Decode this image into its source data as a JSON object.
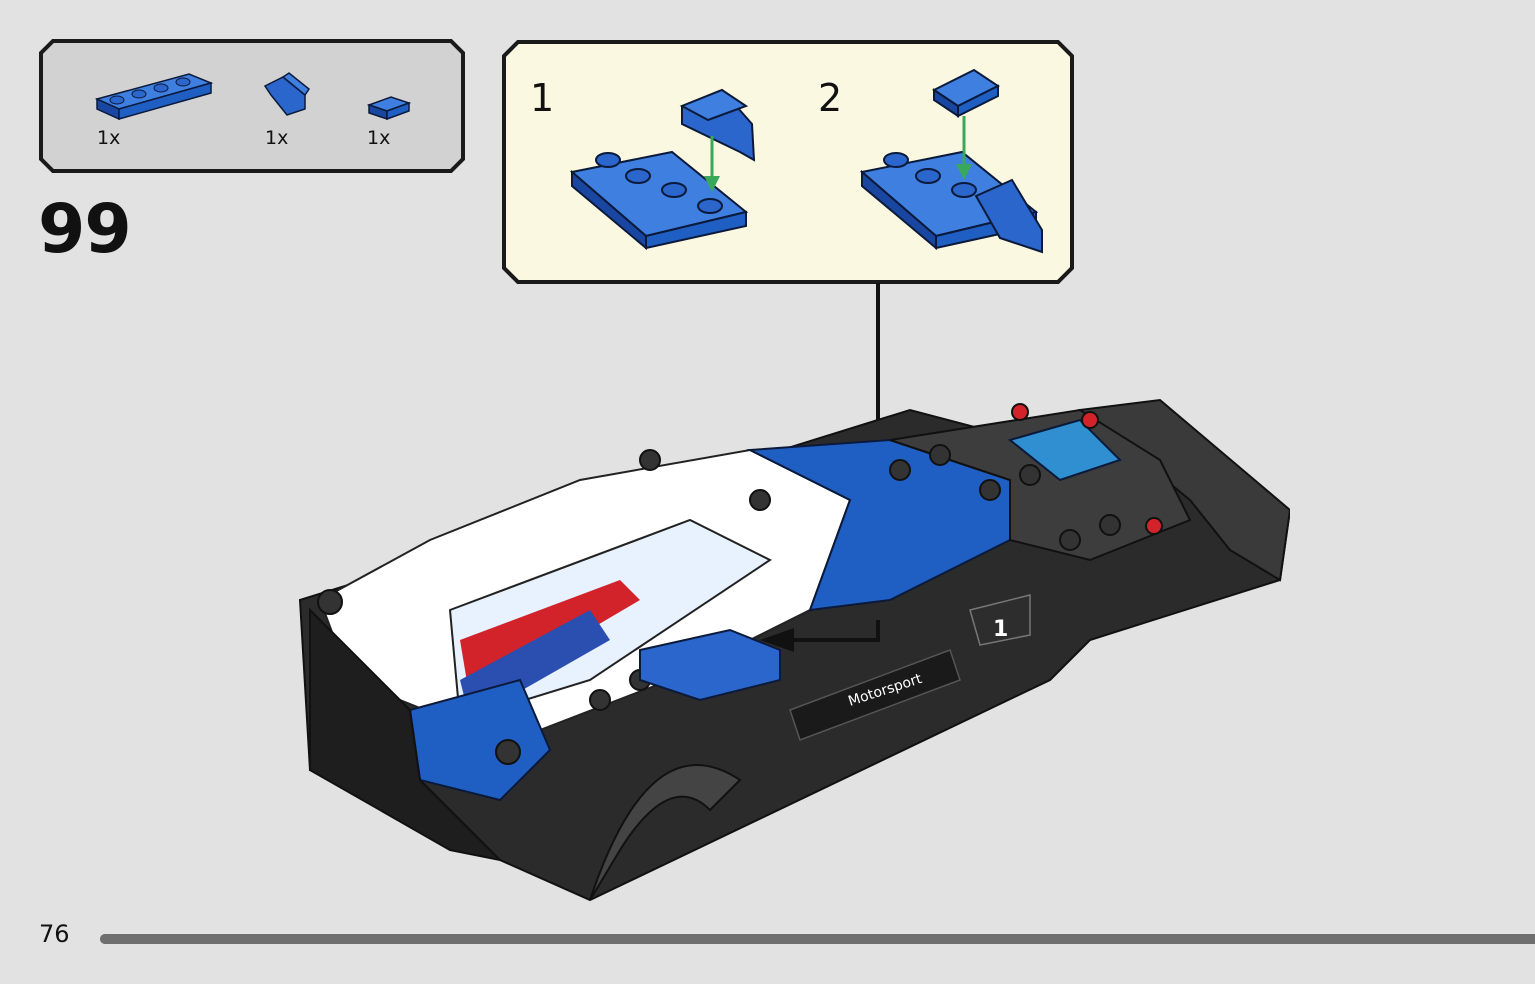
{
  "parts_list": {
    "items": [
      {
        "name": "plate-1x4-blue",
        "quantity": "1x"
      },
      {
        "name": "curved-slope-blue",
        "quantity": "1x"
      },
      {
        "name": "tile-1x1-blue",
        "quantity": "1x"
      }
    ]
  },
  "step": {
    "number": "99"
  },
  "callout": {
    "substeps": [
      {
        "label": "1"
      },
      {
        "label": "2"
      }
    ]
  },
  "model": {
    "print_text": "Motorsport",
    "number_print": "1"
  },
  "footer": {
    "page_number": "76",
    "progress": 1.0
  },
  "colors": {
    "background": "#e2e2e2",
    "callout_bg": "#fbf8e2",
    "parts_bg": "#d2d2d2",
    "brick_blue": "#1f5fc4",
    "arrow_green": "#3aa85a"
  },
  "icons": [
    "plate-icon",
    "slope-icon",
    "tile-icon",
    "arrow-down-icon",
    "pointer-arrow-icon"
  ]
}
